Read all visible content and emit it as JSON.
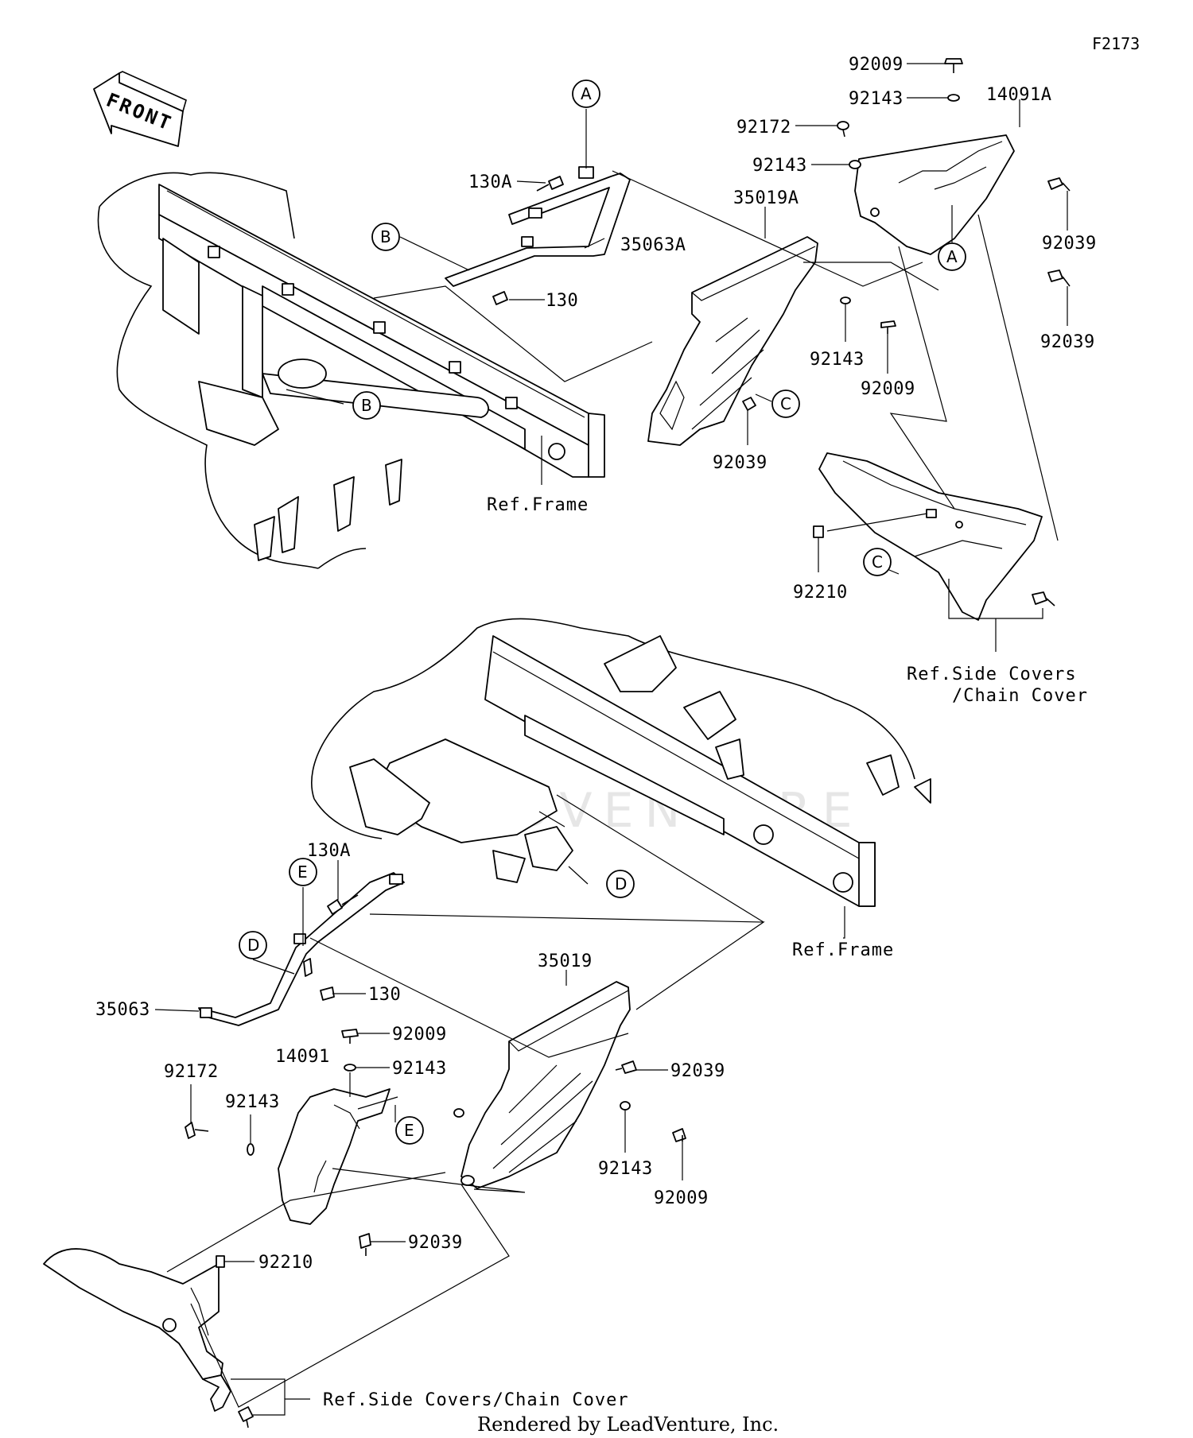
{
  "figure_id": "F2173",
  "front_arrow_label": "FRONT",
  "watermark": "LEADVENTURE",
  "credit": "Rendered by LeadVenture, Inc.",
  "callouts": {
    "A": "A",
    "B": "B",
    "C": "C",
    "D": "D",
    "E": "E"
  },
  "labels": {
    "p92009_top": "92009",
    "p92143_top": "92143",
    "p14091A": "14091A",
    "p92172_top": "92172",
    "p92143_top2": "92143",
    "p35019A": "35019A",
    "p92039_r1": "92039",
    "p92039_r2": "92039",
    "p130A_top": "130A",
    "p35063A": "35063A",
    "p130_top": "130",
    "p92143_mid": "92143",
    "p92009_mid": "92009",
    "p92039_mid": "92039",
    "ref_frame_top": "Ref.Frame",
    "p92210_top": "92210",
    "ref_side_covers_top_1": "Ref.Side Covers",
    "ref_side_covers_top_2": "/Chain Cover",
    "p130A_bot": "130A",
    "ref_frame_bot": "Ref.Frame",
    "p130_bot": "130",
    "p35063": "35063",
    "p35019": "35019",
    "p92009_bot1": "92009",
    "p92143_bot1": "92143",
    "p92172_bot": "92172",
    "p14091": "14091",
    "p92143_bot2": "92143",
    "p92039_bot1": "92039",
    "p92143_bot3": "92143",
    "p92009_bot2": "92009",
    "p92039_bot2": "92039",
    "p92210_bot": "92210",
    "ref_side_covers_bot": "Ref.Side Covers/Chain Cover"
  }
}
